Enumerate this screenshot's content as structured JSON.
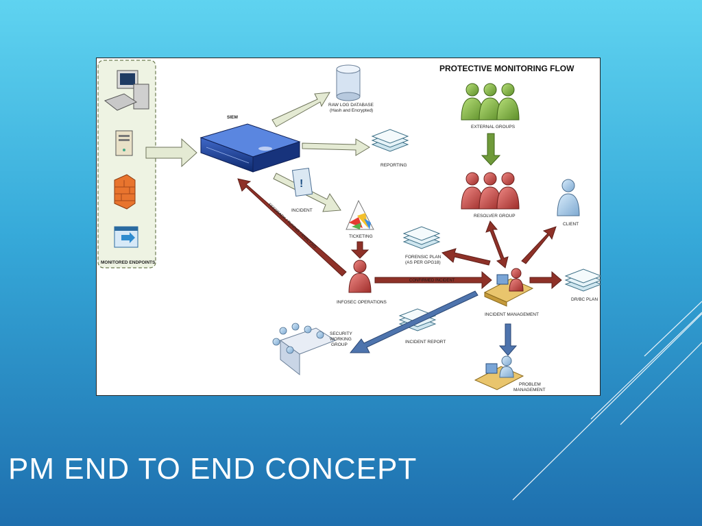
{
  "slide": {
    "title": "PM END TO END CONCEPT"
  },
  "diagram": {
    "heading": "PROTECTIVE MONITORING FLOW",
    "endpoints_label": "MONITORED ENDPOINTS",
    "siem_label": "SIEM",
    "raw_log_label_1": "RAW LOG DATABASE",
    "raw_log_label_2": "(Hash and Encrypted)",
    "reporting_label": "REPORTING",
    "incident_label": "INCIDENT",
    "ticketing_label": "TICKETING",
    "infosec_label": "INFOSEC OPERATIONS",
    "external_groups_label": "EXTERNAL GROUPS",
    "resolver_group_label": "RESOLVER GROUP",
    "client_label": "CLIENT",
    "forensic_label_1": "FORENSIC PLAN",
    "forensic_label_2": "(AS PER GPG18)",
    "drbc_label": "DR/BC PLAN",
    "incident_mgmt_label": "INCIDENT MANAGEMENT",
    "incident_report_label": "INCIDENT REPORT",
    "security_wg_label_1": "SECURITY",
    "security_wg_label_2": "WORKING",
    "security_wg_label_3": "GROUP",
    "problem_mgmt_label_1": "PROBLEM",
    "problem_mgmt_label_2": "MANAGEMENT",
    "confirmed_incident_label": "CONFIRMED INCIDENT",
    "feedback_label": "FEEDBACK / TUNING / ANALYSIS"
  },
  "colors": {
    "arrow_light": "#e4ead3",
    "arrow_dark_red": "#8e3128",
    "arrow_green": "#6f9a3a",
    "arrow_blue": "#4e74ad",
    "person_green": "#8cc152",
    "person_red": "#c9514d",
    "person_blue": "#a6cbe8"
  }
}
